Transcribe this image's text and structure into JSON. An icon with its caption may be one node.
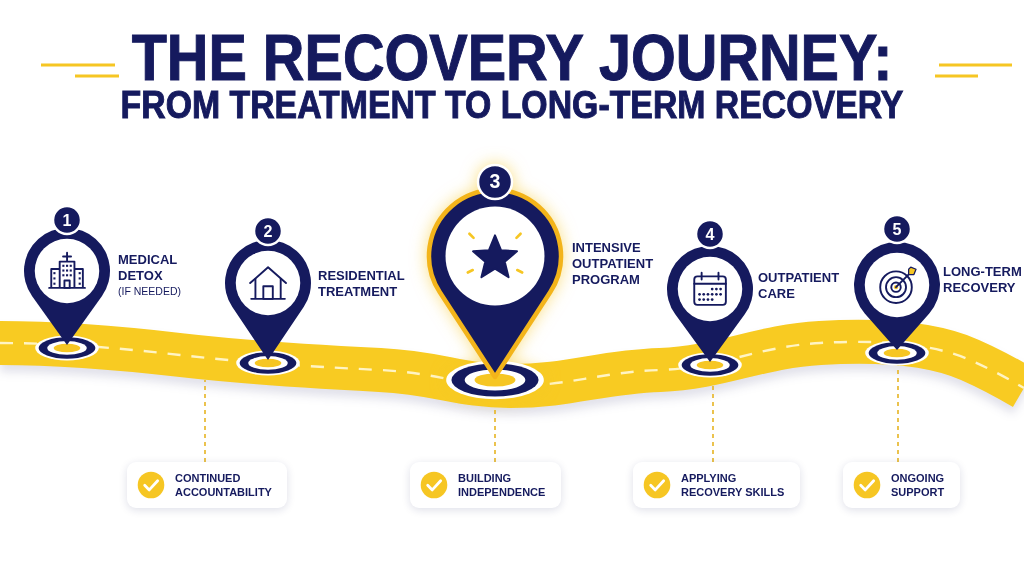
{
  "diagram": {
    "title": "THE RECOVERY JOURNEY:",
    "nodes": [
      {
        "text": [
          "1"
        ],
        "beside": [
          "MEDICAL DETOX",
          "(IF NEEDED)"
        ]
      },
      {
        "text": [
          "2"
        ],
        "beside": [
          "RESIDENTIAL TREATMENT"
        ]
      },
      {
        "text": [
          "3"
        ],
        "beside": [
          "INTENSIVE OUTPATIENT PROGRAM"
        ]
      },
      {
        "text": [
          "4"
        ],
        "beside": [
          "OUTPATIENT CARE"
        ]
      },
      {
        "text": [
          "5"
        ],
        "beside": [
          "LONG-TERM RECOVERY"
        ]
      },
      {
        "text": [],
        "shape": "picture"
      },
      {
        "text": [
          "CONTINUED ACCOUNTABILITY"
        ]
      },
      {
        "text": [
          "BUILDING INDEPENDENCE"
        ]
      },
      {
        "text": [
          "APPLYING RECOVERY SKILLS"
        ]
      },
      {
        "text": [
          "ONGOING SUPPORT"
        ]
      }
    ],
    "edges": [
      {
        "from": 6,
        "to": 5,
        "arrow": "none",
        "style": "dashed"
      },
      {
        "from": 7,
        "to": 5,
        "arrow": "none",
        "style": "dashed"
      },
      {
        "from": 8,
        "to": 5,
        "arrow": "none",
        "style": "dashed"
      },
      {
        "from": 9,
        "to": 5,
        "arrow": "none",
        "style": "dashed"
      }
    ],
    "labels": [
      "FROM TREATMENT TO LONG-TERM RECOVERY"
    ]
  }
}
